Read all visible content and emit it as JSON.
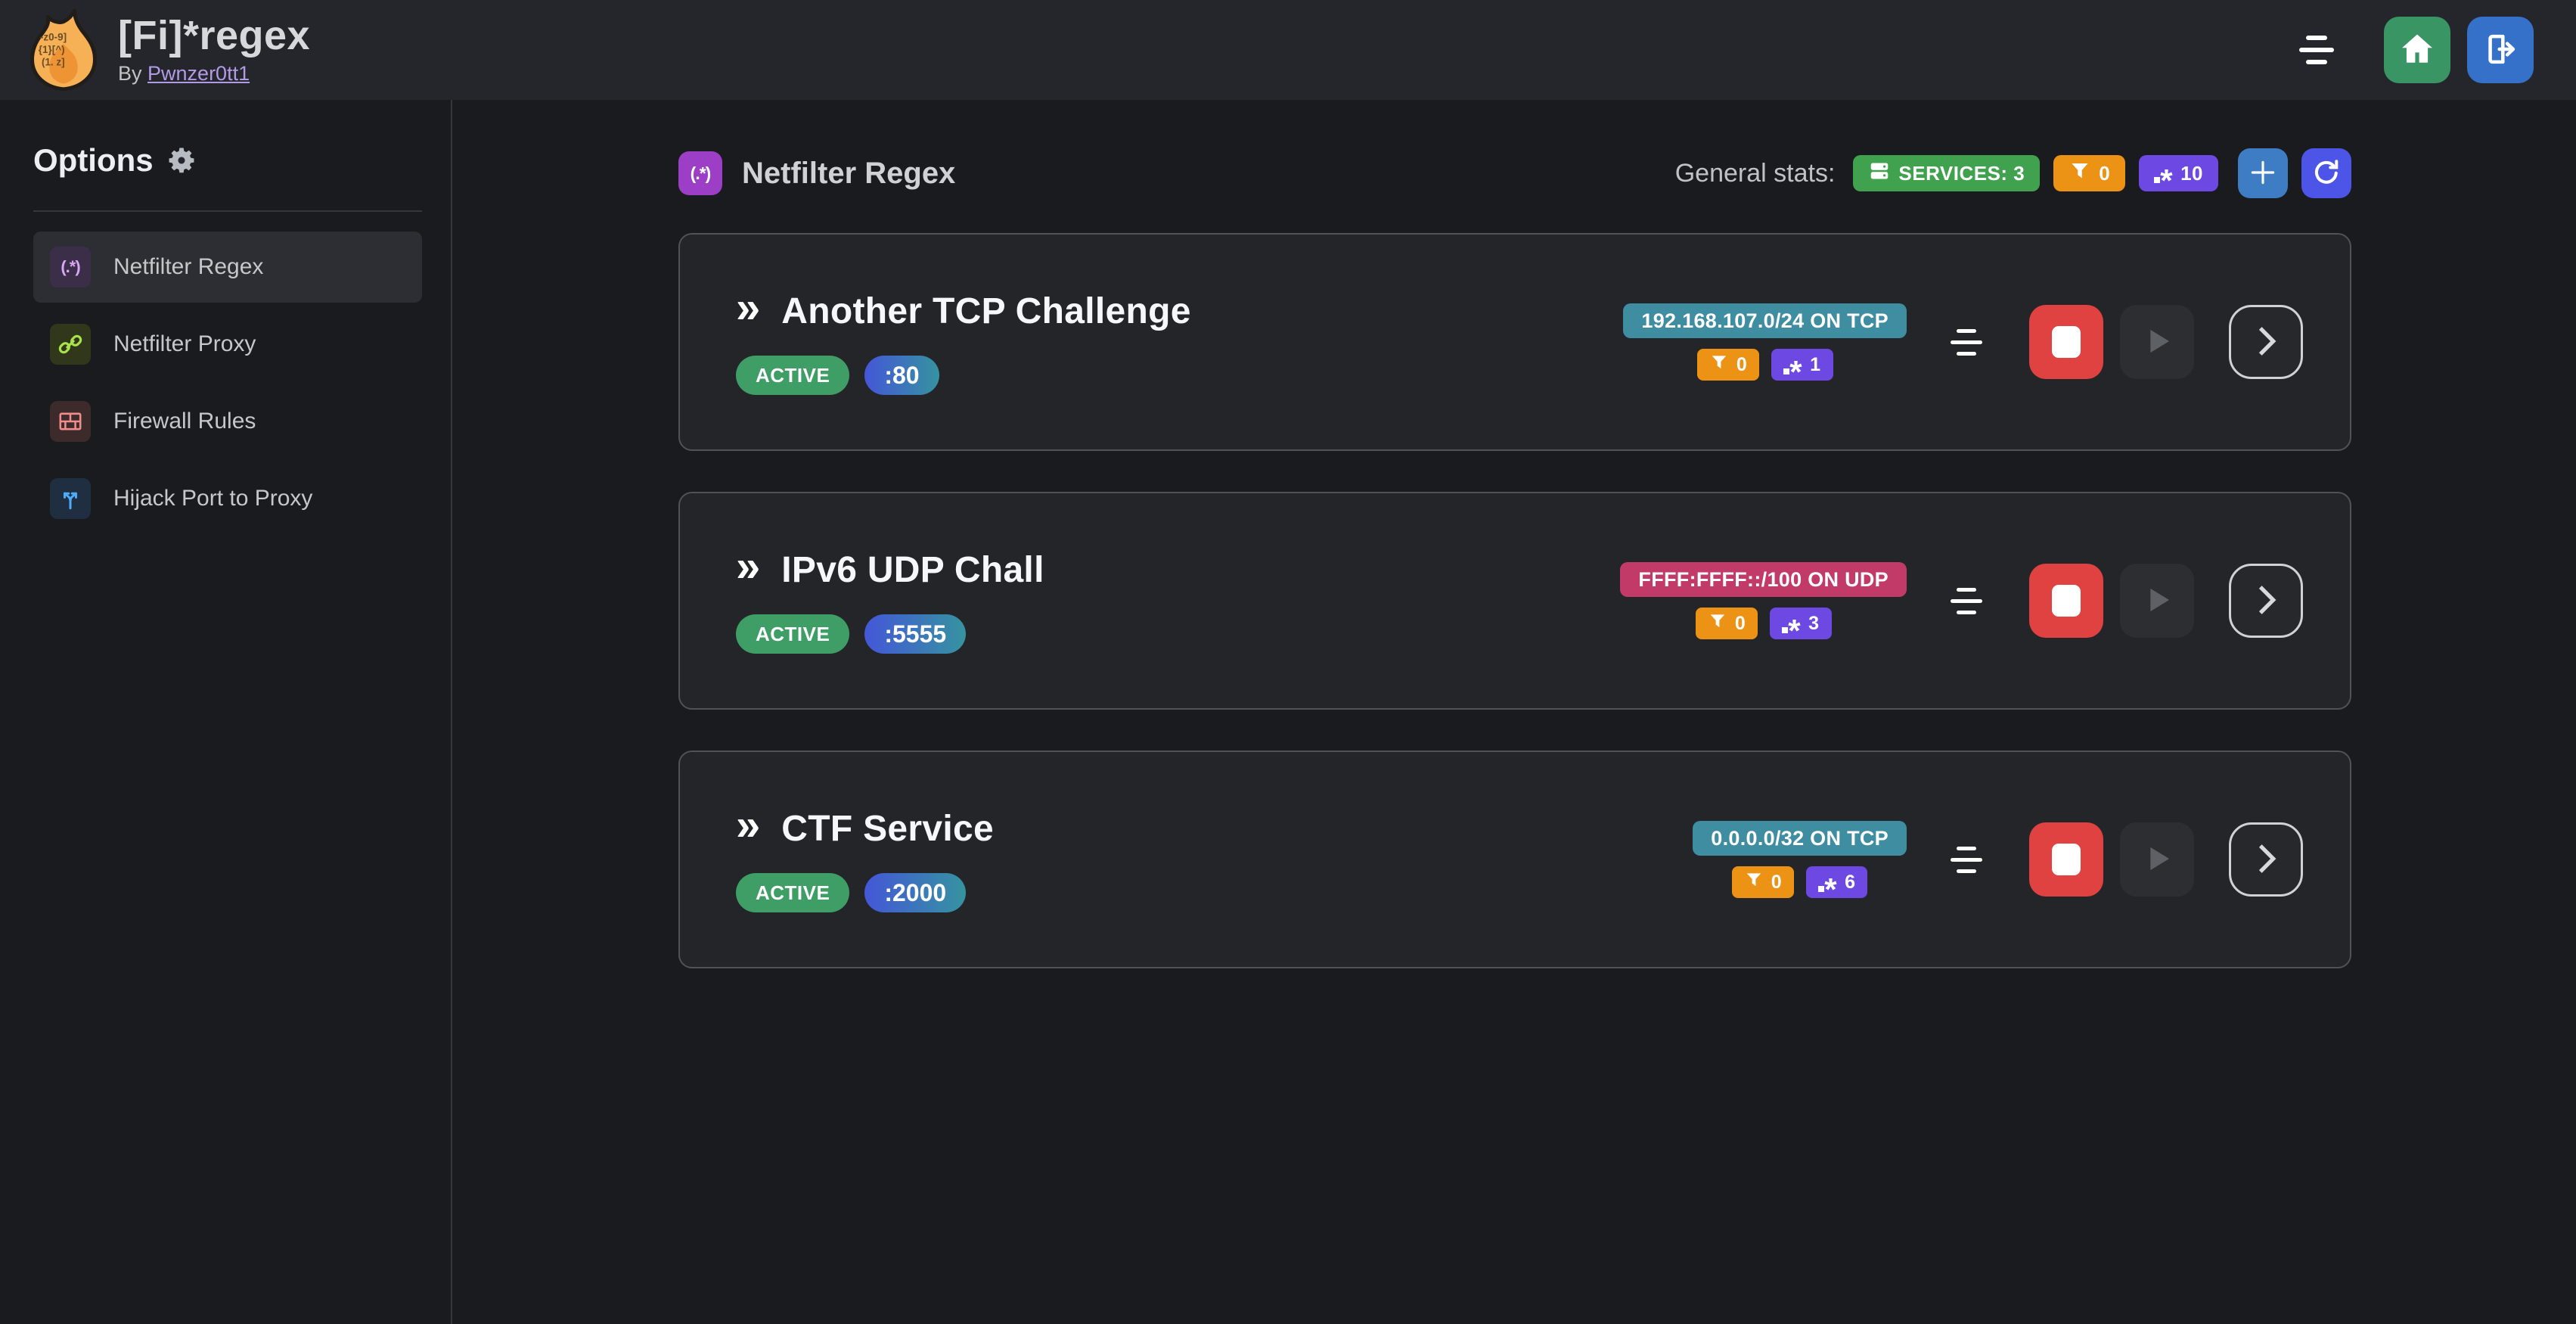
{
  "header": {
    "title": "[Fi]*regex",
    "byline_prefix": "By",
    "author": "Pwnzer0tt1"
  },
  "sidebar": {
    "heading": "Options",
    "items": [
      {
        "label": "Netfilter Regex",
        "icon": "regex-icon",
        "glyph": "(.*)",
        "selected": true
      },
      {
        "label": "Netfilter Proxy",
        "icon": "chain-icon",
        "selected": false
      },
      {
        "label": "Firewall Rules",
        "icon": "brick-wall-icon",
        "selected": false
      },
      {
        "label": "Hijack Port to Proxy",
        "icon": "split-arrows-icon",
        "selected": false
      }
    ]
  },
  "main": {
    "section_icon_glyph": "(.*)",
    "section_title": "Netfilter Regex",
    "stats_label": "General stats:",
    "services_badge": "SERVICES: 3",
    "filtered_total": "0",
    "regex_total": "10"
  },
  "glyphs": {
    "double_chevron": "»",
    "regex_star": "*",
    "plus": "+"
  },
  "services": [
    {
      "title": "Another TCP Challenge",
      "status": "ACTIVE",
      "port": ":80",
      "endpoint": "192.168.107.0/24 ON TCP",
      "protocol": "tcp",
      "filtered": "0",
      "regexes": "1"
    },
    {
      "title": "IPv6 UDP Chall",
      "status": "ACTIVE",
      "port": ":5555",
      "endpoint": "FFFF:FFFF::/100 ON UDP",
      "protocol": "udp",
      "filtered": "0",
      "regexes": "3"
    },
    {
      "title": "CTF Service",
      "status": "ACTIVE",
      "port": ":2000",
      "endpoint": "0.0.0.0/32 ON TCP",
      "protocol": "tcp",
      "filtered": "0",
      "regexes": "6"
    }
  ],
  "colors": {
    "background": "#1A1B1E",
    "header_bg": "#24262B",
    "card_bg": "#242529",
    "card_border": "#4F5258",
    "green_badge": "#40A24E",
    "active_green": "#3E9E66",
    "orange_badge": "#EC9214",
    "violet_badge": "#6E48E3",
    "teal_endpoint": "#3F8DA1",
    "pink_endpoint": "#C23B68",
    "stop_red": "#E04141",
    "home_green": "#3A9565",
    "logout_blue": "#3571C8",
    "plus_blue": "#3E7DC4",
    "refresh_indigo": "#4C55E8",
    "section_purple": "#9C3EC6",
    "author_link": "#B39AE6"
  }
}
